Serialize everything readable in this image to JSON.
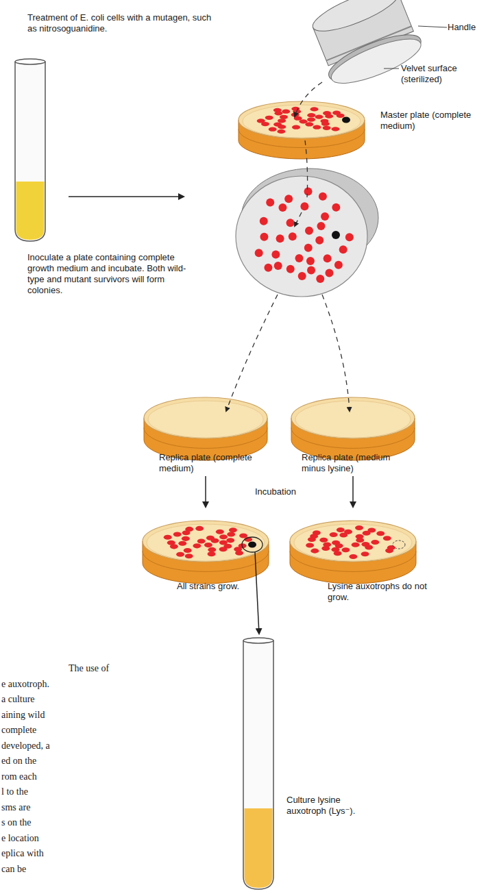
{
  "diagram": {
    "labels": [
      "Treatment of E. coli cells with a mutagen, such as nitrosoguanidine.",
      "Inoculate a plate containing complete growth medium and incubate. Both wild-type and mutant survivors will form colonies.",
      "Handle",
      "Velvet surface (sterilized)",
      "Master plate (complete medium)",
      "Replica plate (complete medium)",
      "Replica plate (medium minus lysine)",
      "Incubation",
      "All strains grow.",
      "Lysine auxotrophs do not grow.",
      "Culture lysine auxotroph (Lys⁻).",
      "The use of",
      "e auxotroph.",
      "a culture",
      "aining wild",
      "complete",
      "developed, a",
      "ed on the",
      "rom each",
      "l to the",
      "sms are",
      "s on the",
      "e location",
      "eplica with",
      "can be"
    ]
  }
}
